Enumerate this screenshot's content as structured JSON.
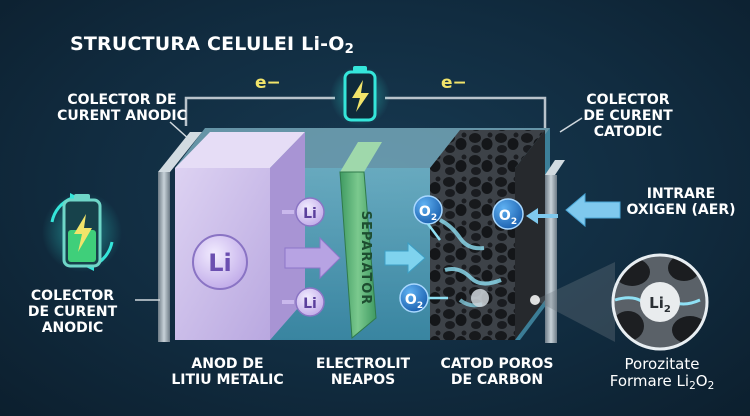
{
  "title": {
    "main": "STRUCTURA CELULEI Li-O",
    "sub": "2"
  },
  "electron_left": "e−",
  "electron_right": "e−",
  "labels": {
    "anode_collector_top": [
      "COLECTOR DE",
      "CURENT ANODIC"
    ],
    "anode_collector_left": [
      "COLECTOR",
      "DE CURENT",
      "ANODIC"
    ],
    "cathode_collector": [
      "COLECTOR",
      "DE CURENT",
      "CATODIC"
    ],
    "oxygen_inlet": [
      "INTRARE",
      "OXIGEN (AER)"
    ],
    "anode": [
      "ANOD DE",
      "LITIU METALIC"
    ],
    "electrolyte": [
      "ELECTROLIT",
      "NEAPOS"
    ],
    "cathode": [
      "CATOD POROS",
      "DE CARBON"
    ],
    "porosity": {
      "line1": "Porozitate",
      "line2_main": "Formare Li",
      "line2_sub": "2",
      "line2_tail": "O",
      "line2_sub2": "2"
    }
  },
  "separator_label": "SEPARATOR",
  "anode_symbol": "Li",
  "ions": [
    "Li",
    "Li"
  ],
  "oxygen": {
    "main": "O",
    "sub": "2"
  },
  "zoom_label": {
    "main": "Li",
    "sub": "2"
  },
  "colors": {
    "anode": "#cfc0ec",
    "separator": "#5cb07a",
    "electrolyte": "#7fd3ee",
    "oxygen_bubble": "#1e73c9",
    "electron_text": "#f2e46a",
    "battery_glow": "#2fe0d4"
  },
  "icons": [
    "battery-charging-icon",
    "battery-charge-cycle-icon"
  ]
}
